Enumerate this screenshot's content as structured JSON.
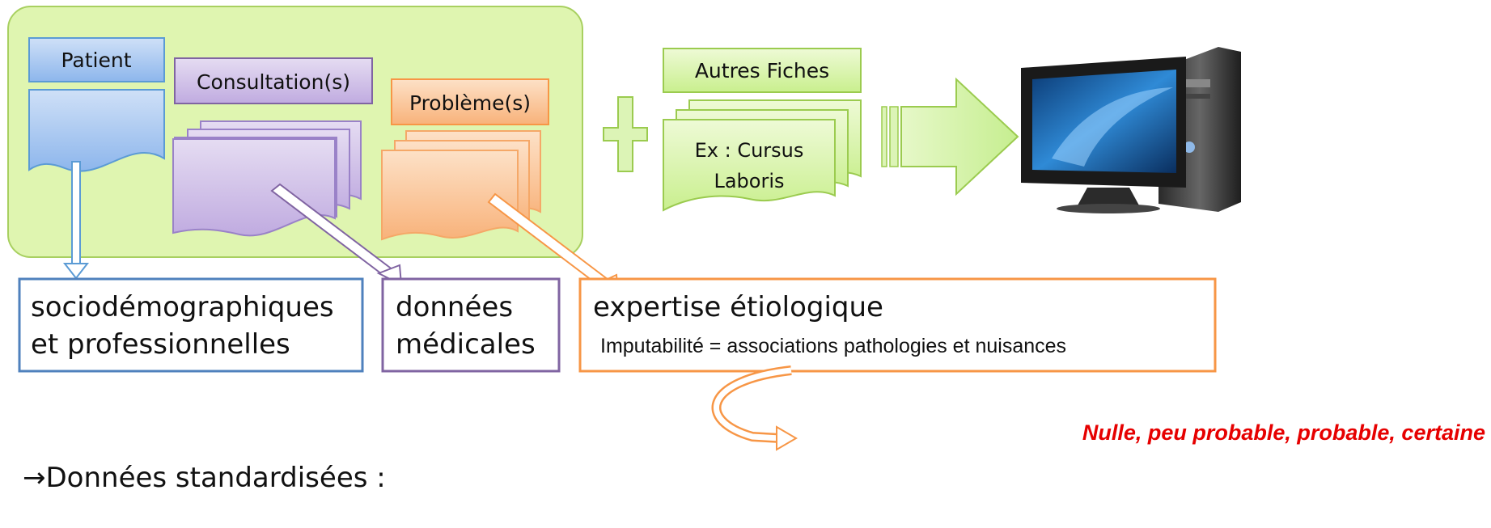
{
  "cards": {
    "patient": "Patient",
    "consultations": "Consultation(s)",
    "problemes": "Problème(s)",
    "autres_fiches": "Autres Fiches",
    "example_line1": "Ex : Cursus",
    "example_line2": "Laboris"
  },
  "outputs": {
    "socio_line1": "sociodémographiques",
    "socio_line2": "et professionnelles",
    "med_line1": "données",
    "med_line2": "médicales",
    "expertise_title": "expertise étiologique",
    "expertise_sub": "Imputabilité = associations pathologies et nuisances"
  },
  "scale_label": "Nulle, peu probable, probable, certaine",
  "footer_text": "→Données standardisées :",
  "colors": {
    "container_fill": "#dff5b0",
    "container_stroke": "#a8d060",
    "patient": "#5b9bd5",
    "consultation": "#8064a2",
    "probleme": "#f79646",
    "autres": "#9bcb4f",
    "scale_text": "#e60000"
  },
  "icons": {
    "plus": "plus-icon",
    "arrow": "block-arrow-icon",
    "computer": "computer-icon"
  }
}
